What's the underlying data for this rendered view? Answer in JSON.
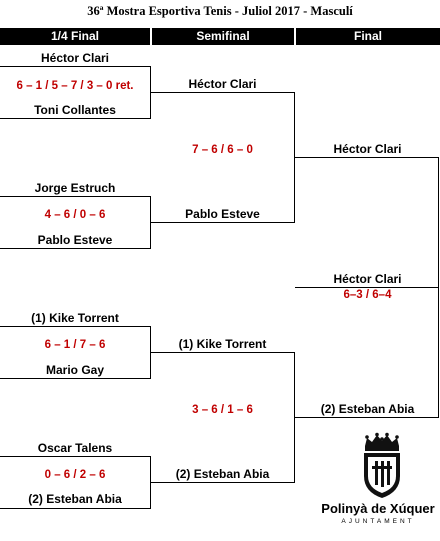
{
  "title": "36ª Mostra Esportiva Tenis - Juliol 2017 - Masculí",
  "headers": {
    "quarter": "1/4 Final",
    "semi": "Semifinal",
    "final": "Final"
  },
  "quarterfinals": [
    {
      "player1": "Héctor Clari",
      "score": "6 – 1 / 5 – 7 / 3 – 0  ret.",
      "player2": "Toni Collantes"
    },
    {
      "player1": "Jorge Estruch",
      "score": "4 – 6 / 0 – 6",
      "player2": "Pablo Esteve"
    },
    {
      "player1": "(1) Kike Torrent",
      "score": "6 – 1 / 7 – 6",
      "player2": "Mario Gay"
    },
    {
      "player1": "Oscar Talens",
      "score": "0 – 6 / 2 – 6",
      "player2": "(2) Esteban Abia"
    }
  ],
  "semifinals": [
    {
      "winner_top": "Héctor Clari",
      "score": "7 – 6 / 6 – 0",
      "winner_bottom": "Pablo Esteve"
    },
    {
      "winner_top": "(1) Kike Torrent",
      "score": "3 – 6 / 1 – 6",
      "winner_bottom": "(2) Esteban Abia"
    }
  ],
  "final": {
    "finalist_top": "Héctor Clari",
    "finalist_bottom": "(2) Esteban Abia",
    "champion": "Héctor Clari",
    "score": "6–3 /  6–4"
  },
  "logo": {
    "name": "Polinyà de Xúquer",
    "subtitle": "AJUNTAMENT"
  }
}
